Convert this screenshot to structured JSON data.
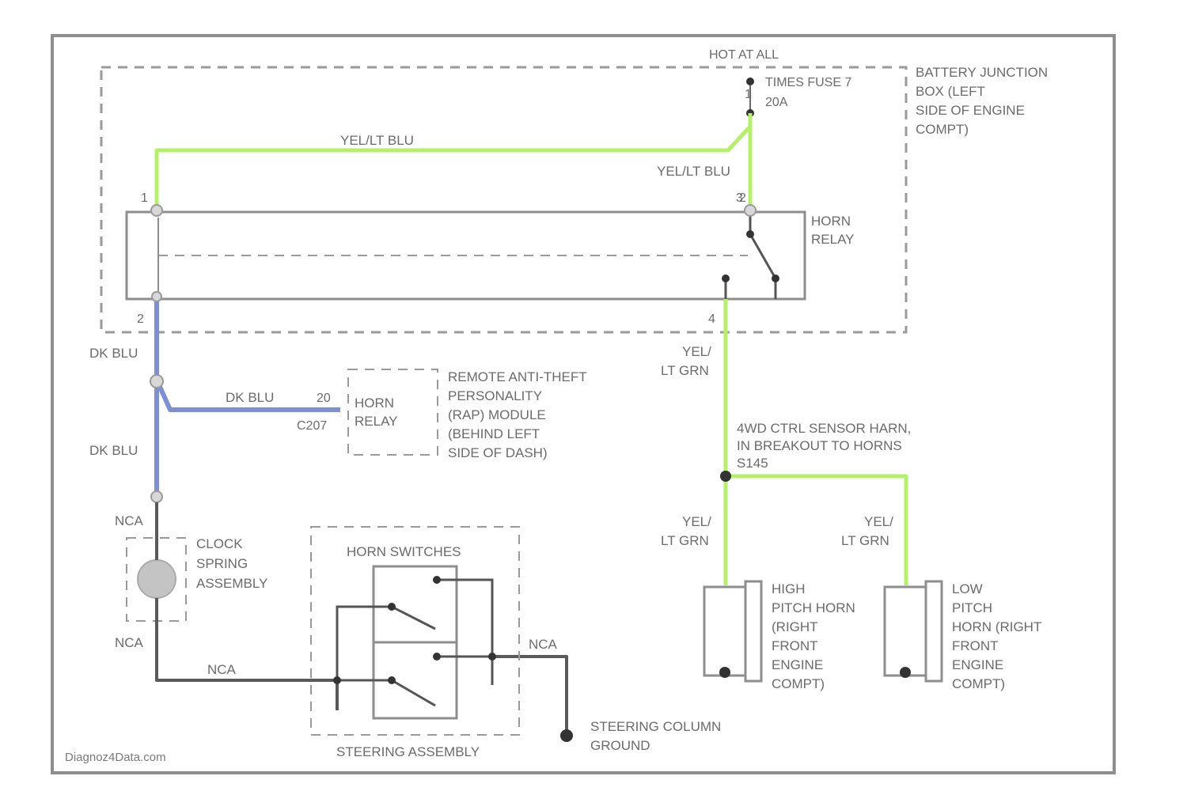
{
  "fuse": {
    "hot_label": "HOT AT ALL",
    "fuse_label": "TIMES FUSE 7",
    "fuse_amps": "20A",
    "pin_top": "1",
    "pin_bottom": "2"
  },
  "battery_junction_box": {
    "line1": "BATTERY JUNCTION",
    "line2": "BOX (LEFT",
    "line3": "SIDE OF ENGINE",
    "line4": "COMPT)"
  },
  "horn_relay": {
    "line1": "HORN",
    "line2": "RELAY",
    "pin_1": "1",
    "pin_2": "2",
    "pin_3": "3",
    "pin_4": "4"
  },
  "wires": {
    "yel_lt_blu_top": "YEL/LT BLU",
    "yel_lt_blu_right": "YEL/LT BLU",
    "dk_blu_upper": "DK BLU",
    "dk_blu_branch": "DK BLU",
    "dk_blu_lower": "DK BLU",
    "yel_lt_grn_upper_1": "YEL/",
    "yel_lt_grn_upper_2": "LT GRN",
    "yel_lt_grn_left_1": "YEL/",
    "yel_lt_grn_left_2": "LT GRN",
    "yel_lt_grn_right_1": "YEL/",
    "yel_lt_grn_right_2": "LT GRN",
    "nca_top": "NCA",
    "nca_bottom": "NCA",
    "nca_horizontal": "NCA",
    "nca_right": "NCA"
  },
  "rap_module": {
    "pin_number": "20",
    "pin_code": "C207",
    "inner_line1": "HORN",
    "inner_line2": "RELAY",
    "line1": "REMOTE ANTI-THEFT",
    "line2": "PERSONALITY",
    "line3": "(RAP) MODULE",
    "line4": "(BEHIND LEFT",
    "line5": "SIDE OF DASH)"
  },
  "splice_note": {
    "line1": "4WD CTRL SENSOR HARN,",
    "line2": "IN BREAKOUT TO HORNS",
    "line3": "S145"
  },
  "clock_spring": {
    "line1": "CLOCK",
    "line2": "SPRING",
    "line3": "ASSEMBLY"
  },
  "horn_switches": {
    "title": "HORN SWITCHES",
    "assembly_label": "STEERING ASSEMBLY"
  },
  "high_horn": {
    "line1": "HIGH",
    "line2": "PITCH HORN",
    "line3": "(RIGHT",
    "line4": "FRONT",
    "line5": "ENGINE",
    "line6": "COMPT)"
  },
  "low_horn": {
    "line1": "LOW",
    "line2": "PITCH",
    "line3": "HORN (RIGHT",
    "line4": "FRONT",
    "line5": "ENGINE",
    "line6": "COMPT)"
  },
  "ground": {
    "line1": "STEERING COLUMN",
    "line2": "GROUND"
  },
  "watermark": "Diagnoz4Data.com",
  "colors": {
    "wire_yel_green": "#b5f06a",
    "wire_dk_blu": "#7f8fd6",
    "wire_nca": "#5a5a5a",
    "frame": "#8e8e8e"
  }
}
